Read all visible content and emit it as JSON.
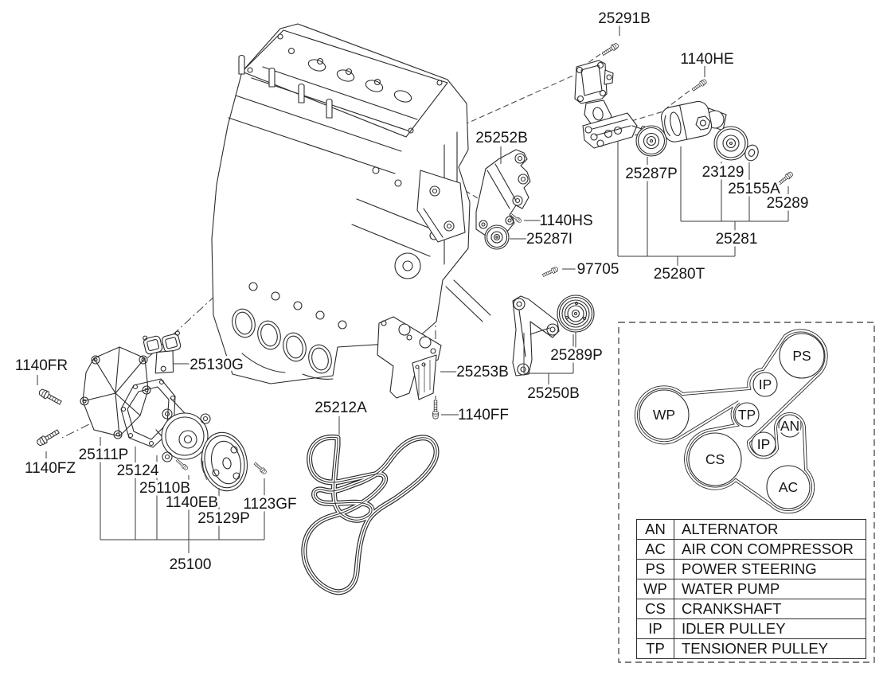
{
  "colors": {
    "line": "#2b2b2b",
    "background": "#ffffff"
  },
  "diagram": {
    "part_labels": {
      "p25291B": "25291B",
      "p1140HE": "1140HE",
      "p25252B": "25252B",
      "p1140HS": "1140HS",
      "p25287I": "25287I",
      "p97705": "97705",
      "p25287P": "25287P",
      "p23129": "23129",
      "p25155A": "25155A",
      "p25289": "25289",
      "p25281": "25281",
      "p25280T": "25280T",
      "p25289P": "25289P",
      "p25250B": "25250B",
      "p25253B": "25253B",
      "p1140FF": "1140FF",
      "p25212A": "25212A",
      "p25130G": "25130G",
      "p1140FR": "1140FR",
      "p1140FZ": "1140FZ",
      "p25111P": "25111P",
      "p25124": "25124",
      "p25110B": "25110B",
      "p1140EB": "1140EB",
      "p25129P": "25129P",
      "p1123GF": "1123GF",
      "p25100": "25100"
    }
  },
  "belt_legend": {
    "pulleys": [
      {
        "code": "PS"
      },
      {
        "code": "IP"
      },
      {
        "code": "WP"
      },
      {
        "code": "TP"
      },
      {
        "code": "AN"
      },
      {
        "code": "IP"
      },
      {
        "code": "CS"
      },
      {
        "code": "AC"
      }
    ],
    "table": [
      {
        "code": "AN",
        "name": "ALTERNATOR"
      },
      {
        "code": "AC",
        "name": "AIR CON COMPRESSOR"
      },
      {
        "code": "PS",
        "name": "POWER STEERING"
      },
      {
        "code": "WP",
        "name": "WATER PUMP"
      },
      {
        "code": "CS",
        "name": "CRANKSHAFT"
      },
      {
        "code": "IP",
        "name": "IDLER PULLEY"
      },
      {
        "code": "TP",
        "name": "TENSIONER PULLEY"
      }
    ]
  }
}
